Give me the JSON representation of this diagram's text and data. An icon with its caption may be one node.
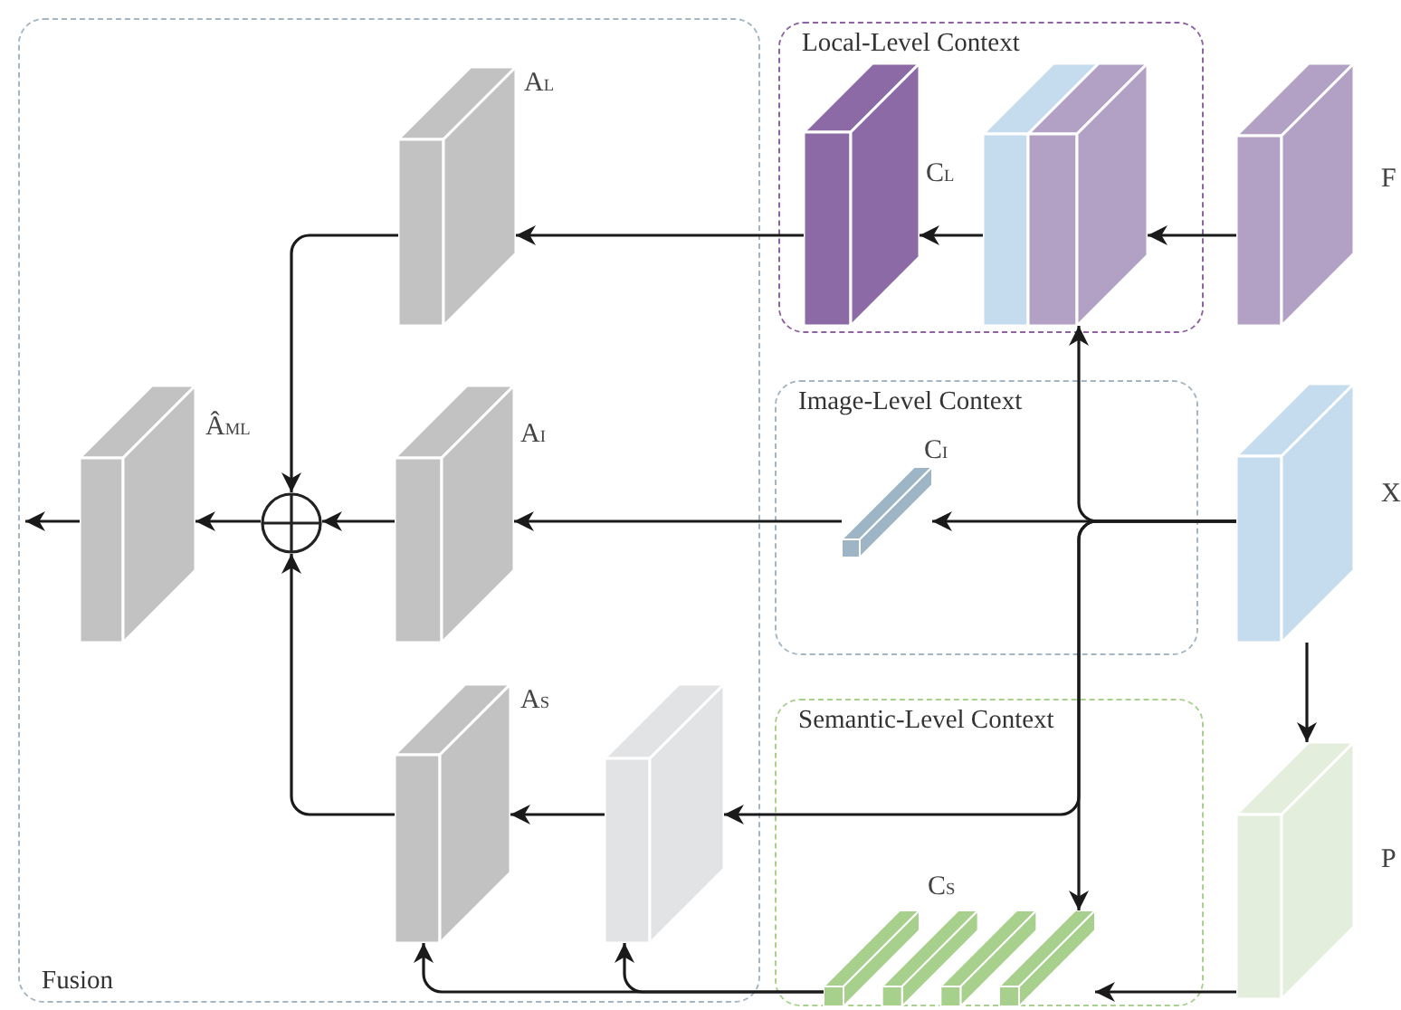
{
  "diagram": {
    "nodes": [
      {
        "text": [
          "Fusion"
        ]
      },
      {
        "text": [
          "Local-Level Context"
        ]
      },
      {
        "text": [
          "Image-Level Context"
        ]
      },
      {
        "text": [
          "Semantic-Level Context"
        ]
      },
      {
        "text": [
          "A$_{L}$"
        ],
        "in": 0
      },
      {
        "text": [
          "Â$_{ML}$"
        ],
        "in": 0
      },
      {
        "text": [
          "A$_{I}$"
        ],
        "in": 0
      },
      {
        "text": [
          "A$_{S}$"
        ],
        "in": 0
      },
      {
        "text": [],
        "shape": "box",
        "in": 0
      },
      {
        "text": [],
        "shape": "circle",
        "in": 0
      },
      {
        "text": [
          "C$_{L}$"
        ],
        "in": 1
      },
      {
        "text": [],
        "shape": "box",
        "in": 1
      },
      {
        "text": [
          "F"
        ]
      },
      {
        "text": [
          "C$_{I}$"
        ],
        "in": 2
      },
      {
        "text": [
          "X"
        ]
      },
      {
        "text": [
          "C$_{S}$"
        ],
        "in": 3
      },
      {
        "text": [
          "P"
        ]
      }
    ],
    "edges": [
      {
        "from": 12,
        "to": 11,
        "arrow": "to"
      },
      {
        "from": 11,
        "to": 10,
        "arrow": "to"
      },
      {
        "from": 10,
        "to": 4,
        "arrow": "to"
      },
      {
        "from": 4,
        "to": 9,
        "arrow": "to"
      },
      {
        "from": 14,
        "to": 13,
        "arrow": "to"
      },
      {
        "from": 14,
        "to": 11,
        "arrow": "to"
      },
      {
        "from": 14,
        "to": 8,
        "arrow": "to"
      },
      {
        "from": 14,
        "to": 15,
        "arrow": "to"
      },
      {
        "from": 14,
        "to": 16,
        "arrow": "to"
      },
      {
        "from": 13,
        "to": 6,
        "arrow": "to"
      },
      {
        "from": 6,
        "to": 9,
        "arrow": "to"
      },
      {
        "from": 9,
        "to": 5,
        "arrow": "to"
      },
      {
        "from": 5,
        "to": null,
        "arrow": "to"
      },
      {
        "from": 8,
        "to": 7,
        "arrow": "to"
      },
      {
        "from": 7,
        "to": 9,
        "arrow": "to"
      },
      {
        "from": 16,
        "to": 15,
        "arrow": "to"
      },
      {
        "from": 15,
        "to": 8,
        "arrow": "to"
      },
      {
        "from": 15,
        "to": 7,
        "arrow": "to"
      }
    ]
  }
}
